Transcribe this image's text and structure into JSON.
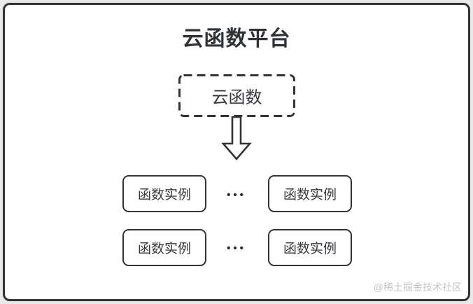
{
  "header": {
    "title": "云函数平台"
  },
  "diagram": {
    "cloud_function": {
      "label": "云函数"
    },
    "arrow": {
      "icon": "down-arrow-icon",
      "direction": "down"
    },
    "rows": [
      {
        "left": "函数实例",
        "ellipsis": "•••",
        "right": "函数实例"
      },
      {
        "left": "函数实例",
        "ellipsis": "•••",
        "right": "函数实例"
      }
    ]
  },
  "footer": {
    "watermark": "@稀土掘金技术社区"
  },
  "colors": {
    "border": "#333333",
    "text": "#36393d",
    "title": "#2f3237",
    "canvas": "#ffffff",
    "page_background": "#e9e9e9",
    "watermark": "#c5c5c5"
  }
}
